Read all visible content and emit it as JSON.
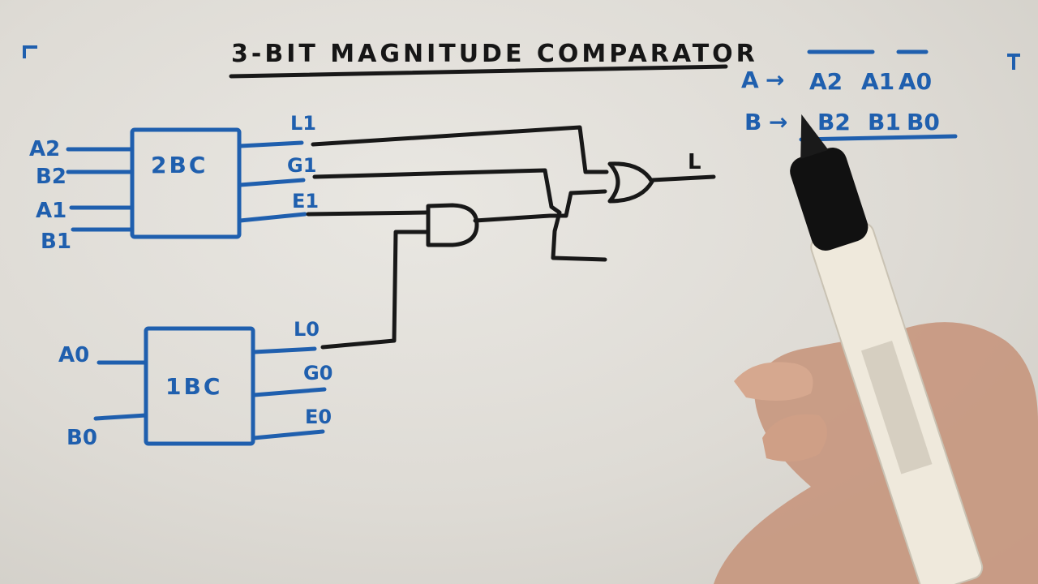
{
  "title": "3-BIT MAGNITUDE COMPARATOR",
  "blocks": {
    "upper": {
      "label": "2BC",
      "inputs": [
        "A2",
        "B2",
        "A1",
        "B1"
      ],
      "outputs": [
        "L1",
        "G1",
        "E1"
      ]
    },
    "lower": {
      "label": "1BC",
      "inputs": [
        "A0",
        "B0"
      ],
      "outputs": [
        "L0",
        "G0",
        "E0"
      ]
    }
  },
  "output_label": "L",
  "notes": {
    "a_line_prefix": "A",
    "a_terms": [
      "A2",
      "A1",
      "A0"
    ],
    "b_line_prefix": "B",
    "b_terms": [
      "B2",
      "B1",
      "B0"
    ],
    "arrow": "→"
  },
  "colors": {
    "marker_blue": "#1f5fae",
    "marker_black": "#161616",
    "board": "#e6e4df"
  }
}
